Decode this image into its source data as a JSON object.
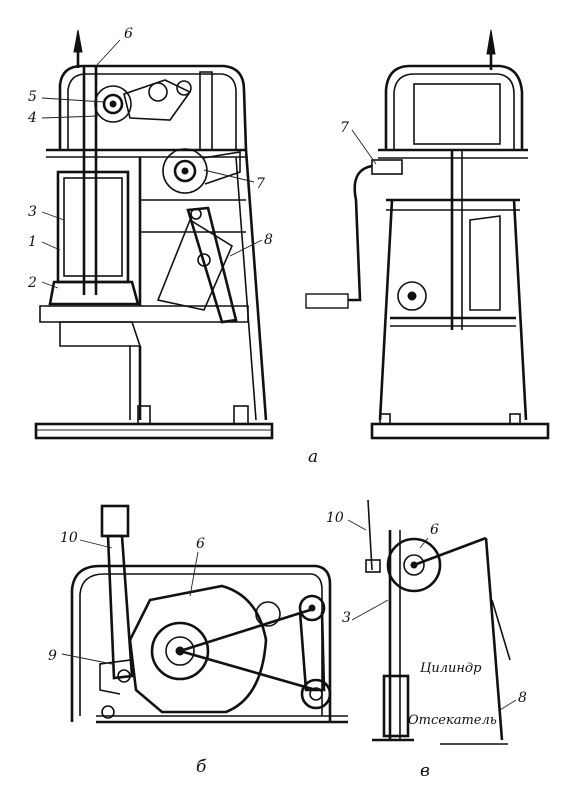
{
  "figure": {
    "view_a": {
      "sublabel": "а",
      "callouts": [
        "6",
        "5",
        "4",
        "3",
        "1",
        "2",
        "7",
        "8"
      ],
      "callout_side": [
        "7"
      ]
    },
    "view_b": {
      "sublabel": "б",
      "callouts": [
        "10",
        "6",
        "9"
      ]
    },
    "view_v": {
      "sublabel": "в",
      "callouts": [
        "10",
        "6",
        "3",
        "8"
      ],
      "word_cylinder": "Цилиндр",
      "word_cutter": "Отсекатель"
    }
  }
}
